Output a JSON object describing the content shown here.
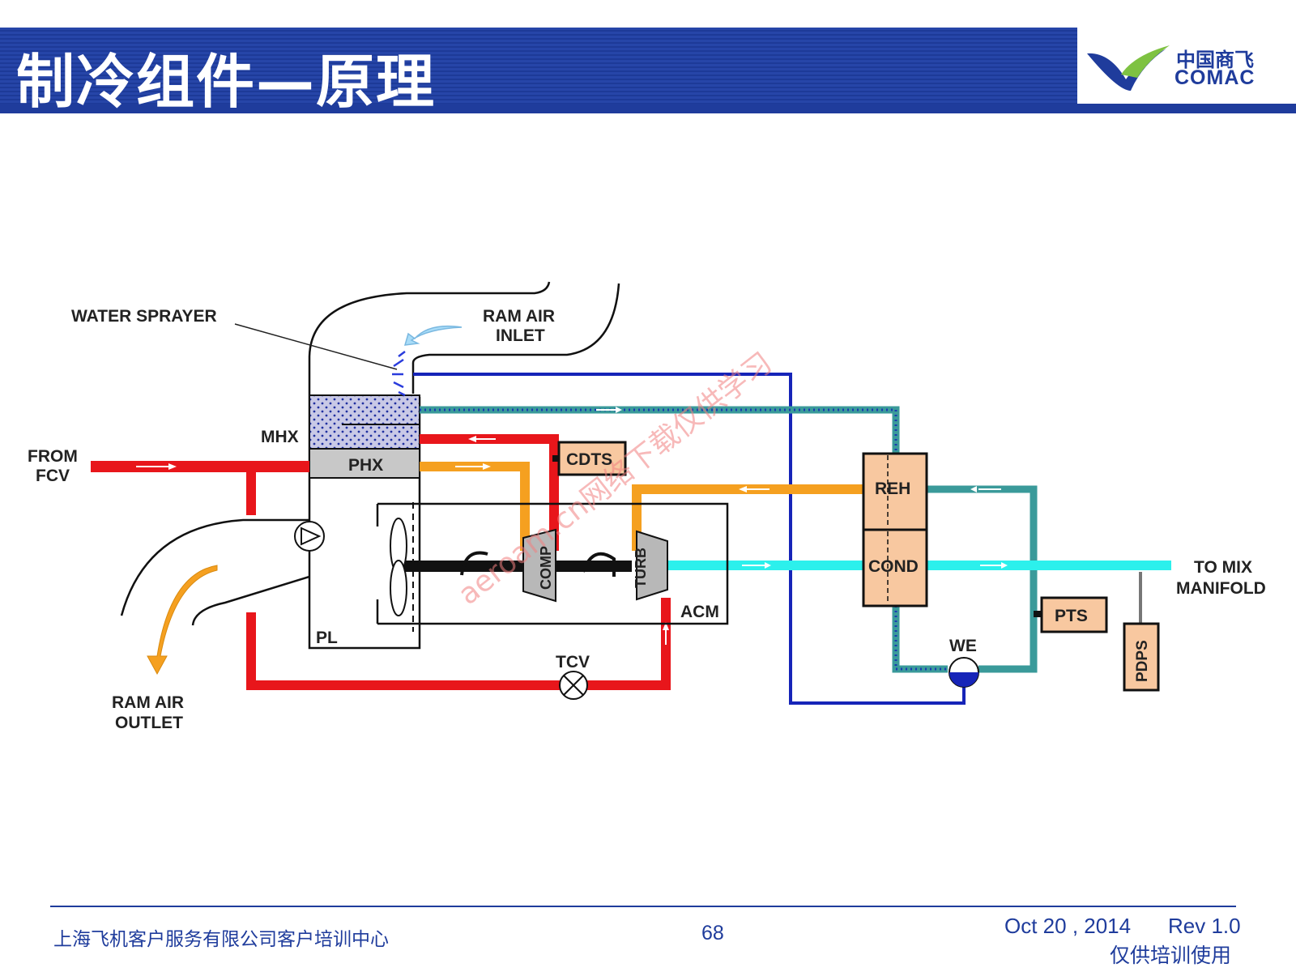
{
  "header": {
    "title": "制冷组件—原理",
    "logo_cn": "中国商飞",
    "logo_en": "COMAC"
  },
  "diagram": {
    "labels": {
      "water_sprayer": "WATER SPRAYER",
      "ram_air_inlet_1": "RAM AIR",
      "ram_air_inlet_2": "INLET",
      "mhx": "MHX",
      "phx": "PHX",
      "from_fcv_1": "FROM",
      "from_fcv_2": "FCV",
      "cdts": "CDTS",
      "comp": "COMP",
      "turb": "TURB",
      "acm": "ACM",
      "pl": "PL",
      "tcv": "TCV",
      "ram_air_outlet_1": "RAM AIR",
      "ram_air_outlet_2": "OUTLET",
      "reh": "REH",
      "cond": "COND",
      "we": "WE",
      "pts": "PTS",
      "pdps": "PDPS",
      "to_mix_1": "TO MIX",
      "to_mix_2": "MANIFOLD"
    },
    "watermark": "aeroam.cn网络下载仅供学习"
  },
  "footer": {
    "org": "上海飞机客户服务有限公司客户培训中心",
    "page": "68",
    "date": "Oct 20 , 2014",
    "rev": "Rev 1.0",
    "note": "仅供培训使用"
  },
  "colors": {
    "hot_bleed": "#e8161b",
    "warm": "#f5a020",
    "cold": "#2cf0ec",
    "water": "#1624b8",
    "reheat_loop": "#3a9a9a",
    "component_fill": "#f8c8a0",
    "brand_blue": "#1f3c9c"
  }
}
